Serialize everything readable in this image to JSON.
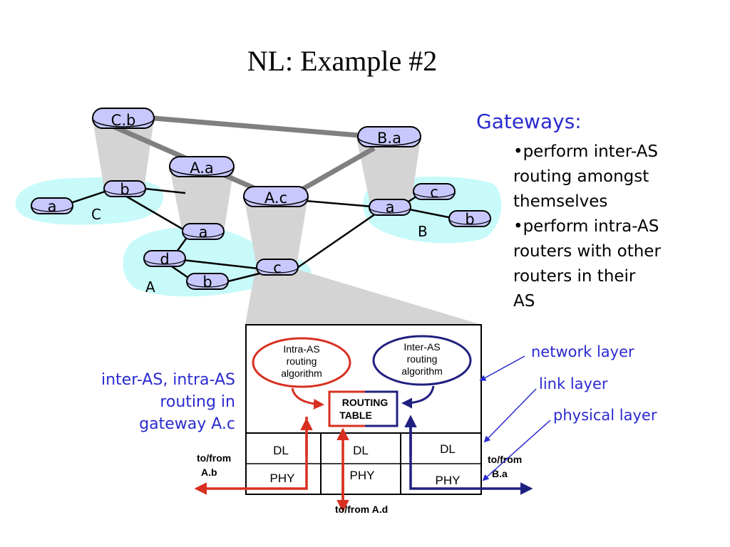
{
  "title": "NL: Example #2",
  "routers": {
    "cb": "C.b",
    "ba": "B.a",
    "aa": "A.a",
    "ac": "A.c",
    "c_a": "a",
    "c_b": "b",
    "a_a": "a",
    "a_d": "d",
    "a_b": "b",
    "a_c": "c",
    "b_a": "a",
    "b_c": "c",
    "b_b": "b"
  },
  "as_labels": {
    "c": "C",
    "a": "A",
    "b": "B"
  },
  "gateways": {
    "heading": "Gateways:",
    "bullets": [
      "•perform inter-AS\nrouting amongst\nthemselves",
      "•perform intra-AS\nrouters with other\nrouters in their\nAS"
    ]
  },
  "caption": "inter-AS, intra-AS\nrouting in\ngateway A.c",
  "layers": {
    "network": "network layer",
    "link": "link layer",
    "physical": "physical layer"
  },
  "gateway_box": {
    "intra_lines": [
      "Intra-AS",
      "routing",
      "algorithm"
    ],
    "inter_lines": [
      "Inter-AS",
      "routing",
      "algorithm"
    ],
    "table_lines": [
      "ROUTING",
      "TABLE"
    ],
    "dl": "DL",
    "phy": "PHY",
    "to_from_ab": [
      "to/from",
      "A.b"
    ],
    "to_from_ba": [
      "to/from",
      "B.a"
    ],
    "to_from_ad": "to/from  A.d"
  },
  "colors": {
    "title": "#000000",
    "accent_blue": "#2a2ad0",
    "intra_red": "#d83020",
    "inter_navy": "#202080",
    "router_fill": "#c8c8ff",
    "as_cloud": "#c8fafa",
    "inter_link": "#808080"
  }
}
